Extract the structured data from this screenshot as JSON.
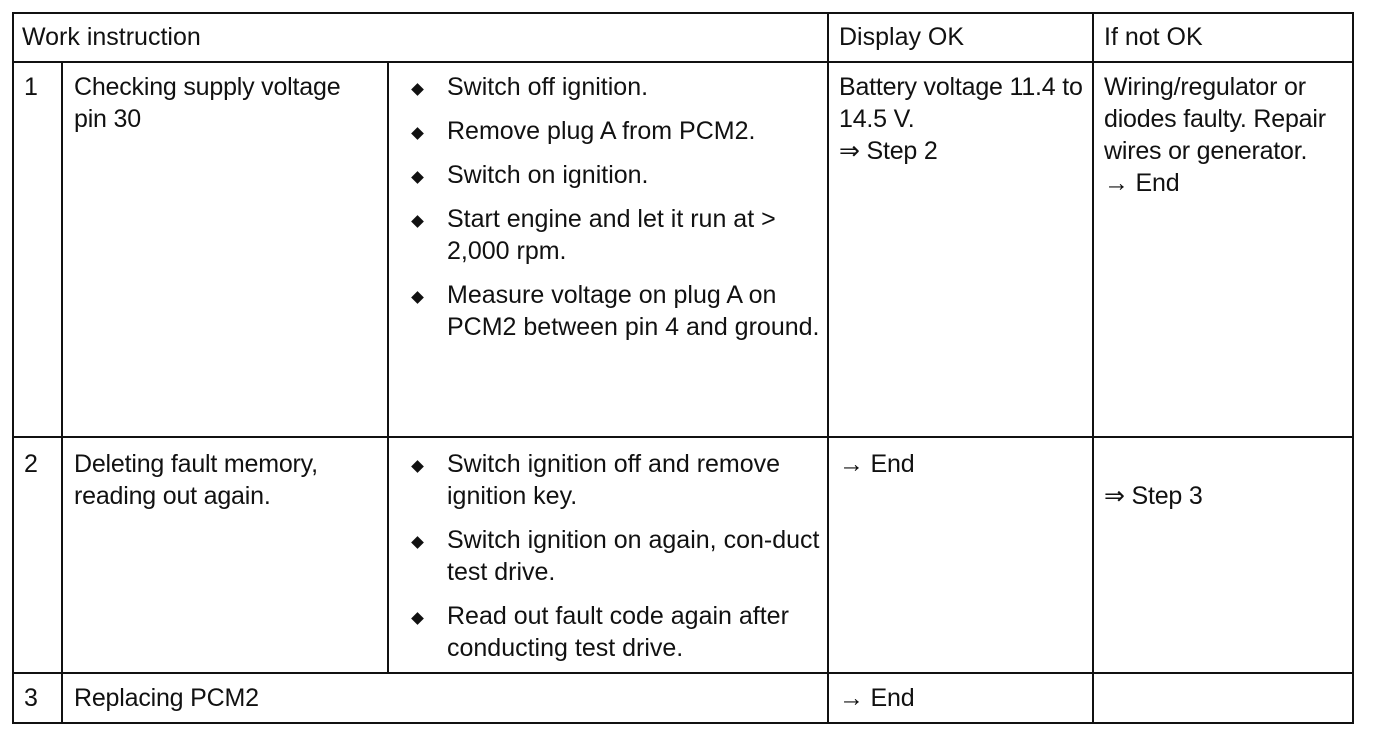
{
  "header": {
    "work_instruction": "Work instruction",
    "display_ok": "Display OK",
    "if_not_ok": "If not OK"
  },
  "rows": [
    {
      "num": "1",
      "title": "Checking supply voltage pin 30",
      "steps": [
        "Switch off ignition.",
        "Remove plug A from PCM2.",
        "Switch on ignition.",
        "Start engine and let it run at > 2,000 rpm.",
        "Measure voltage on plug A on PCM2 between pin 4 and ground."
      ],
      "display_ok": "Battery voltage 11.4 to 14.5 V.\n⇒ Step 2",
      "if_not_ok": "Wiring/regulator or diodes faulty. Repair wires or generator.\n→ End"
    },
    {
      "num": "2",
      "title": "Deleting fault memory, reading out again.",
      "steps": [
        "Switch ignition off and remove ignition key.",
        " Switch ignition on again, con-duct test drive.",
        "Read out fault code again after conducting test drive."
      ],
      "display_ok": "→ End",
      "if_not_ok": "⇒ Step 3"
    },
    {
      "num": "3",
      "title": "Replacing PCM2",
      "display_ok": "→ End",
      "if_not_ok": ""
    }
  ],
  "icons": {
    "bullet": "diamond-bullet-icon"
  }
}
